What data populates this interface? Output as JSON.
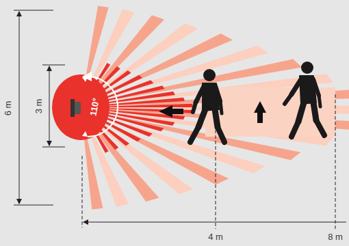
{
  "diagram": {
    "labels": [
      "6 m",
      "3 m",
      "110°",
      "4 m",
      "8 m"
    ]
  }
}
